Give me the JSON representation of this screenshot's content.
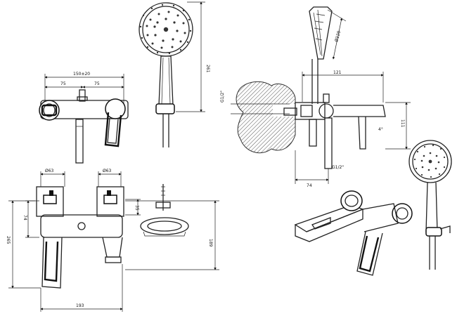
{
  "colors": {
    "line": "#222222",
    "background": "#ffffff",
    "hatch": "#555555"
  },
  "front_view": {
    "dim_spacing": "150±20",
    "dim_left_half": "75",
    "dim_right_half": "75"
  },
  "hand_shower_view": {
    "dim_height": "261"
  },
  "side_view": {
    "dim_depth": "121",
    "dim_thread_top": "G1/2\"",
    "dim_height": "111",
    "dim_spout": "74",
    "dim_thread_bottom": "G1/2\"",
    "dim_angle": "4°",
    "dim_head_diameter": "Ø120"
  },
  "bottom_view": {
    "dim_left_diameter": "Ø63",
    "dim_right_diameter": "Ø63",
    "dim_offset": "74",
    "dim_total_height": "265",
    "dim_small": "35",
    "dim_right_height": "189",
    "dim_width": "193"
  }
}
